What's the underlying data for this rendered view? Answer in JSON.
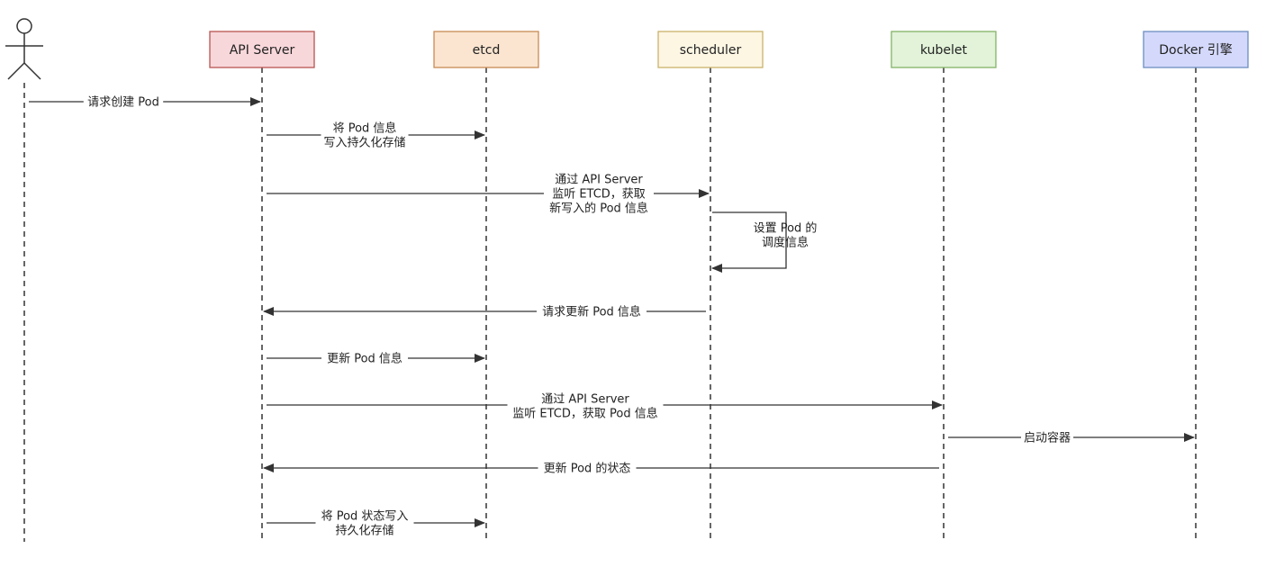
{
  "participants": [
    {
      "id": "user",
      "label": "",
      "kind": "actor"
    },
    {
      "id": "api",
      "label": "API Server",
      "kind": "box",
      "fill": "#f8d7da",
      "stroke": "#b85450"
    },
    {
      "id": "etcd",
      "label": "etcd",
      "kind": "box",
      "fill": "#fbe5d0",
      "stroke": "#c98a55"
    },
    {
      "id": "sched",
      "label": "scheduler",
      "kind": "box",
      "fill": "#fdf6e3",
      "stroke": "#c9b26a"
    },
    {
      "id": "kubelet",
      "label": "kubelet",
      "kind": "box",
      "fill": "#e2f3d9",
      "stroke": "#82b366"
    },
    {
      "id": "docker",
      "label": "Docker 引擎",
      "kind": "box",
      "fill": "#d4d9fb",
      "stroke": "#6c8ebf"
    }
  ],
  "messages": [
    {
      "id": "m1",
      "from": "user",
      "to": "api",
      "lines": [
        "请求创建 Pod"
      ]
    },
    {
      "id": "m2",
      "from": "api",
      "to": "etcd",
      "lines": [
        "将 Pod 信息",
        "写入持久化存储"
      ]
    },
    {
      "id": "m3",
      "from": "api",
      "to": "sched",
      "lines": [
        "通过 API Server",
        "监听 ETCD，获取",
        "新写入的 Pod 信息"
      ]
    },
    {
      "id": "m4",
      "from": "sched",
      "to": "sched",
      "self": true,
      "lines": [
        "设置 Pod 的",
        "调度信息"
      ]
    },
    {
      "id": "m5",
      "from": "sched",
      "to": "api",
      "lines": [
        "请求更新 Pod 信息"
      ]
    },
    {
      "id": "m6",
      "from": "api",
      "to": "etcd",
      "lines": [
        "更新 Pod 信息"
      ]
    },
    {
      "id": "m7",
      "from": "api",
      "to": "kubelet",
      "lines": [
        "通过 API Server",
        "监听 ETCD，获取 Pod 信息"
      ]
    },
    {
      "id": "m8",
      "from": "kubelet",
      "to": "docker",
      "lines": [
        "启动容器"
      ]
    },
    {
      "id": "m9",
      "from": "kubelet",
      "to": "api",
      "lines": [
        "更新 Pod 的状态"
      ]
    },
    {
      "id": "m10",
      "from": "api",
      "to": "etcd",
      "lines": [
        "将 Pod 状态写入",
        "持久化存储"
      ]
    }
  ],
  "colors": {
    "line": "#333333"
  }
}
